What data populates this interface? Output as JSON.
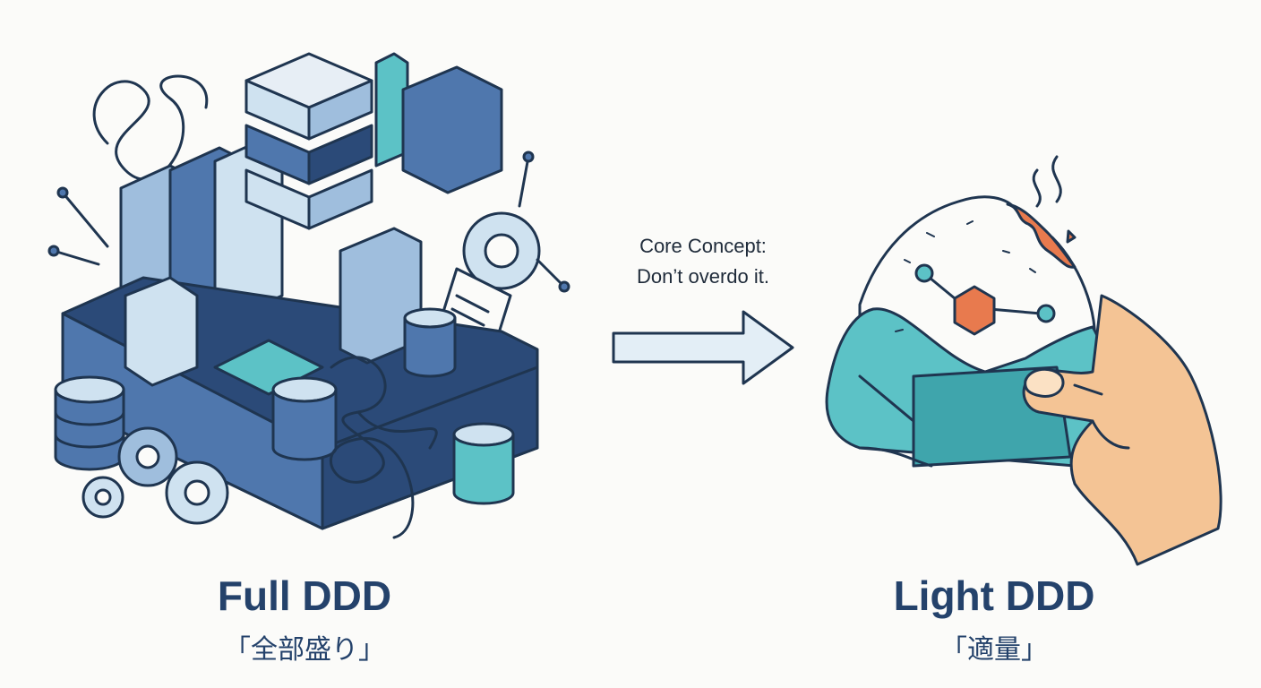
{
  "arrow": {
    "concept_line1": "Core Concept:",
    "concept_line2": "Don’t overdo it."
  },
  "left": {
    "title": "Full DDD",
    "subtitle": "「全部盛り」"
  },
  "right": {
    "title": "Light DDD",
    "subtitle": "「適量」"
  },
  "colors": {
    "navy": "#2b4a78",
    "blue": "#4f77ad",
    "light_blue": "#cfe2f0",
    "teal": "#5cc2c6",
    "orange": "#e87a4e",
    "skin": "#f4c495",
    "outline": "#1f3550"
  },
  "icons": [
    "database-icon",
    "gear-icon",
    "server-icon",
    "document-icon",
    "tangled-wires-icon",
    "onigiri-icon",
    "hand-icon",
    "steam-icon",
    "arrow-right-icon"
  ]
}
